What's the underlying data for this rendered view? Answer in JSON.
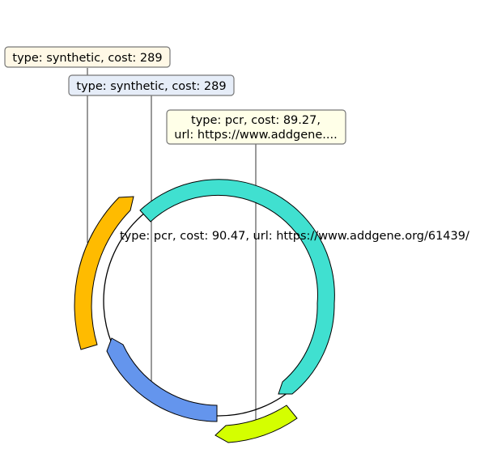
{
  "diagram": {
    "type": "circular-plasmid-map",
    "backbone_color": "#000000",
    "features": [
      {
        "id": "feature-teal",
        "color": "#40e0d0",
        "label": "type: pcr, cost: 90.47, url: https://www.addgene.org/61439/"
      },
      {
        "id": "feature-lime",
        "color": "#d4ff00",
        "label_lines": [
          "type: pcr, cost: 89.27,",
          "url: https://www.addgene...."
        ],
        "label_bg": "#ffffe8"
      },
      {
        "id": "feature-blue",
        "color": "#6495ed",
        "label": "type: synthetic, cost: 289",
        "label_bg": "#e6edf8"
      },
      {
        "id": "feature-orange",
        "color": "#ffbb00",
        "label": "type: synthetic, cost: 289",
        "label_bg": "#fff8e6"
      }
    ]
  }
}
